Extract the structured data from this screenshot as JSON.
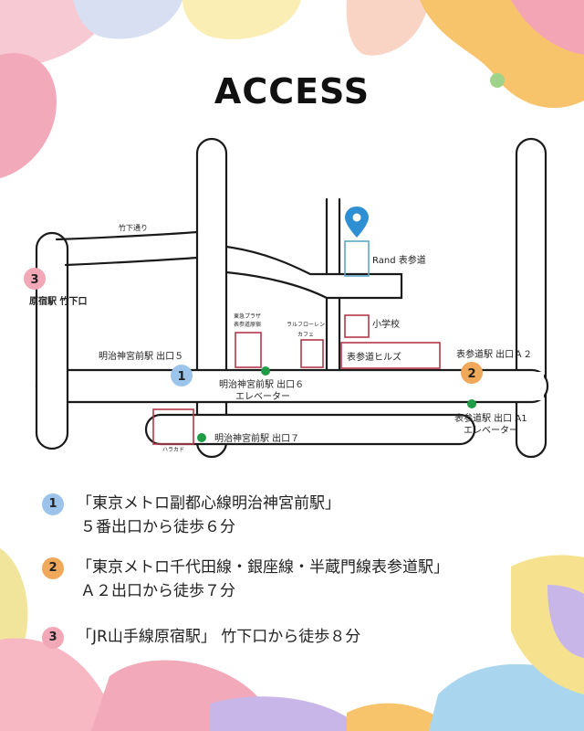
{
  "title": "ACCESS",
  "colors": {
    "stroke": "#1a1a1a",
    "building_red": "#b5384a",
    "building_blue": "#5fa8c9",
    "pin_blue": "#2f8fd3",
    "green_exit": "#1f9c45",
    "badge_1": "#9cc4ea",
    "badge_2": "#f0a85a",
    "badge_3": "#f2a8b6"
  },
  "map": {
    "street_label": "竹下通り",
    "destination_label": "Rand 表参道",
    "station_harajuku": "原宿駅 竹下口",
    "meiji_exit5": "明治神宮前駅 出口５",
    "meiji_exit6_line1": "明治神宮前駅 出口６",
    "meiji_exit6_line2": "エレベーター",
    "meiji_exit7": "明治神宮前駅 出口７",
    "omote_a2": "表参道駅 出口Ａ２",
    "omote_a1_line1": "表参道駅 出口 A1",
    "omote_a1_line2": "エレベーター",
    "tokyu_line1": "東急プラザ",
    "tokyu_line2": "表参道原宿",
    "ralph_line1": "ラルフローレン",
    "ralph_line2": "カフェ",
    "school": "小学校",
    "hills": "表参道ヒルズ",
    "harakado": "ハラカド",
    "badge_1": "1",
    "badge_2": "2",
    "badge_3": "3"
  },
  "access": [
    {
      "number": "1",
      "line1": "「東京メトロ副都心線明治神宮前駅」",
      "line2": "５番出口から徒歩６分"
    },
    {
      "number": "2",
      "line1": "「東京メトロ千代田線・銀座線・半蔵門線表参道駅」",
      "line2": "Ａ２出口から徒歩７分"
    },
    {
      "number": "3",
      "line1": "「JR山手線原宿駅」 竹下口から徒歩８分",
      "line2": ""
    }
  ]
}
